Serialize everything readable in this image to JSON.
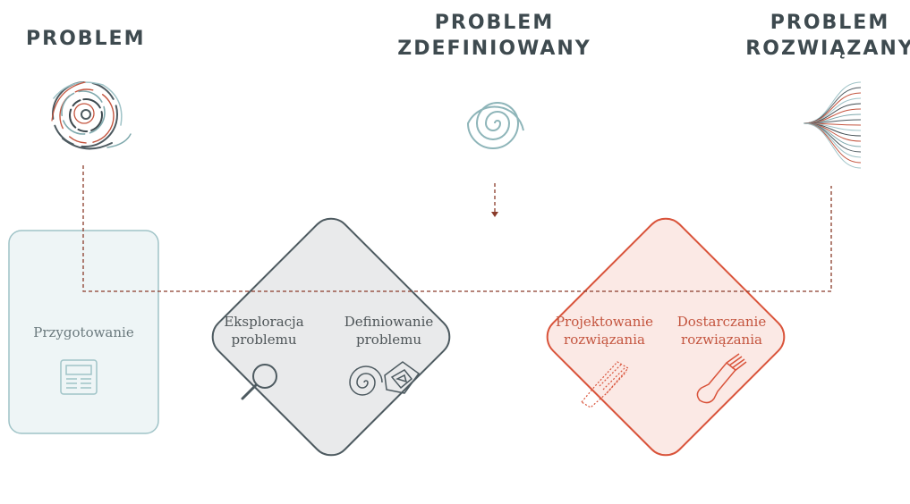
{
  "headings": {
    "problem": "PROBLEM",
    "defined_line1": "PROBLEM",
    "defined_line2": "ZDEFINIOWANY",
    "solved_line1": "PROBLEM",
    "solved_line2": "ROZWIĄZANY"
  },
  "stages": {
    "preparation": "Przygotowanie",
    "exploration_line1": "Eksploracja",
    "exploration_line2": "problemu",
    "definition_line1": "Definiowanie",
    "definition_line2": "problemu",
    "design_line1": "Projektowanie",
    "design_line2": "rozwiązania",
    "delivery_line1": "Dostarczanie",
    "delivery_line2": "rozwiązania"
  },
  "colors": {
    "heading": "#3e4a4f",
    "preparation_fill": "#eef5f6",
    "preparation_stroke": "#9fc3c7",
    "diamond1_fill": "#e9eaeb",
    "diamond1_stroke": "#4d5a60",
    "diamond2_fill": "#fbe9e5",
    "diamond2_stroke": "#d9533a",
    "connector": "#8a3b2a"
  },
  "icons": {
    "problem": "tangled-scribble-icon",
    "defined": "spiral-icon",
    "solved": "fan-lines-icon",
    "preparation": "newspaper-icon",
    "exploration": "magnifier-icon",
    "definition": "spiral-to-shape-icon",
    "design": "comb-sketch-icon",
    "delivery": "comb-icon"
  }
}
